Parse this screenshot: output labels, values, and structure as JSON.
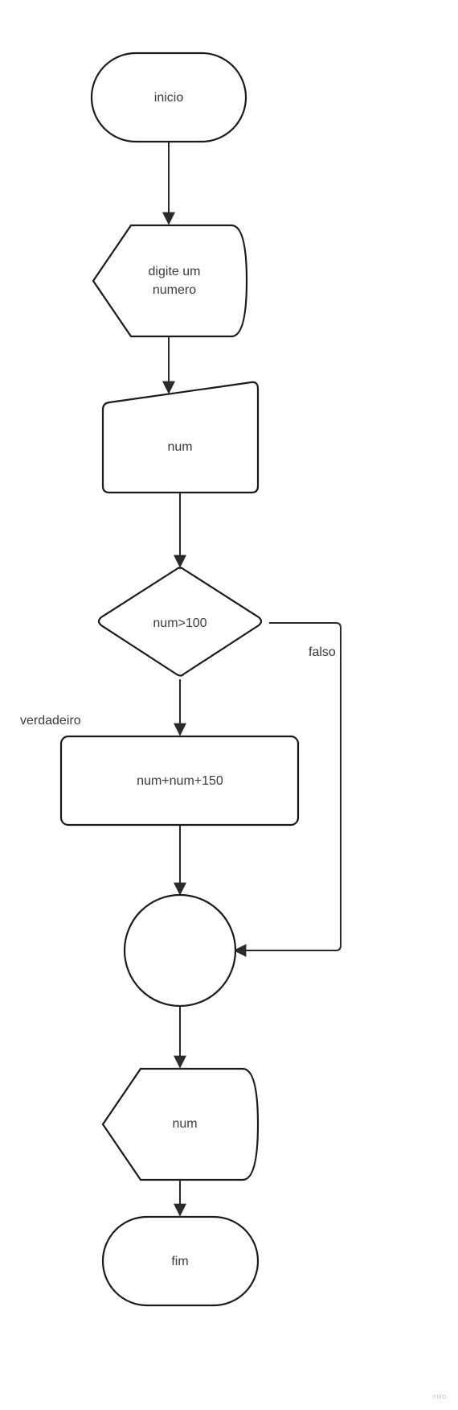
{
  "diagram": {
    "nodes": {
      "start": {
        "lines": [
          "inicio"
        ]
      },
      "prompt": {
        "lines": [
          "digite um",
          "numero"
        ]
      },
      "input": {
        "lines": [
          "num"
        ]
      },
      "decision": {
        "lines": [
          "num>100"
        ]
      },
      "process": {
        "lines": [
          "num+num+150"
        ]
      },
      "connector": {
        "lines": []
      },
      "output": {
        "lines": [
          "num"
        ]
      },
      "end": {
        "lines": [
          "fim"
        ]
      }
    },
    "edges": {
      "true_label": "verdadeiro",
      "false_label": "falso"
    }
  },
  "watermark": "miro",
  "colors": {
    "stroke": "#1a1a1a",
    "edge": "#2a2a2a",
    "text": "#3a3a3a",
    "background": "#ffffff"
  }
}
